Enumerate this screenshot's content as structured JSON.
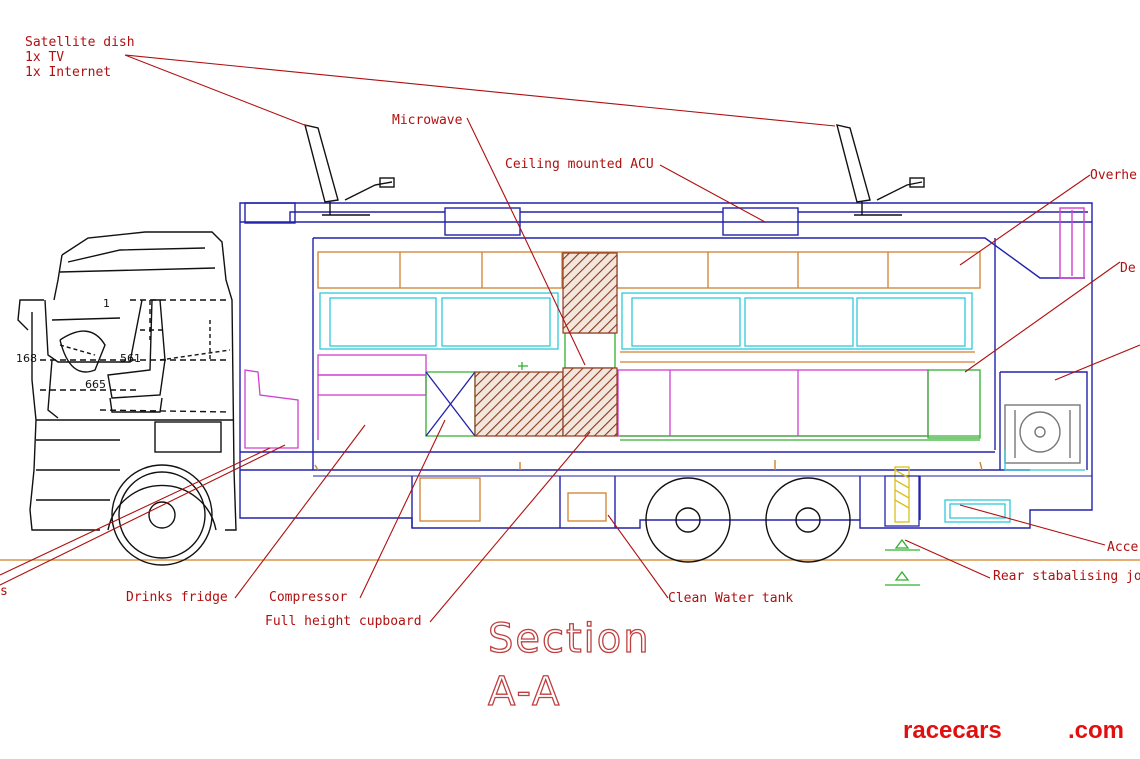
{
  "labels": {
    "satellite_1": "Satellite dish",
    "satellite_2": "1x TV",
    "satellite_3": "1x Internet",
    "microwave": "Microwave",
    "ceiling_acu": "Ceiling mounted ACU",
    "overhead": "Overhe",
    "des": "De",
    "drinks_fridge": "Drinks fridge",
    "compressor": "Compressor",
    "full_height_cupboard": "Full height cupboard",
    "clean_water_tank": "Clean Water tank",
    "acce": "Acce",
    "rear_stabalising": "Rear stabalising jo",
    "left_edge": "s"
  },
  "dimensions": [
    "1",
    "168",
    "561",
    "665"
  ],
  "section_title": [
    "Section",
    "A-A"
  ],
  "watermark": {
    "left": "racecars",
    "right": ".com"
  },
  "colors": {
    "label_red": "#b01010",
    "outline_blue": "#2222aa",
    "cabinet_orange": "#d08030",
    "window_cyan": "#30c8d8",
    "seat_magenta": "#d040d0",
    "green": "#30b030",
    "hatch_brown": "#8a3a20",
    "ground_orange": "#d08020"
  }
}
